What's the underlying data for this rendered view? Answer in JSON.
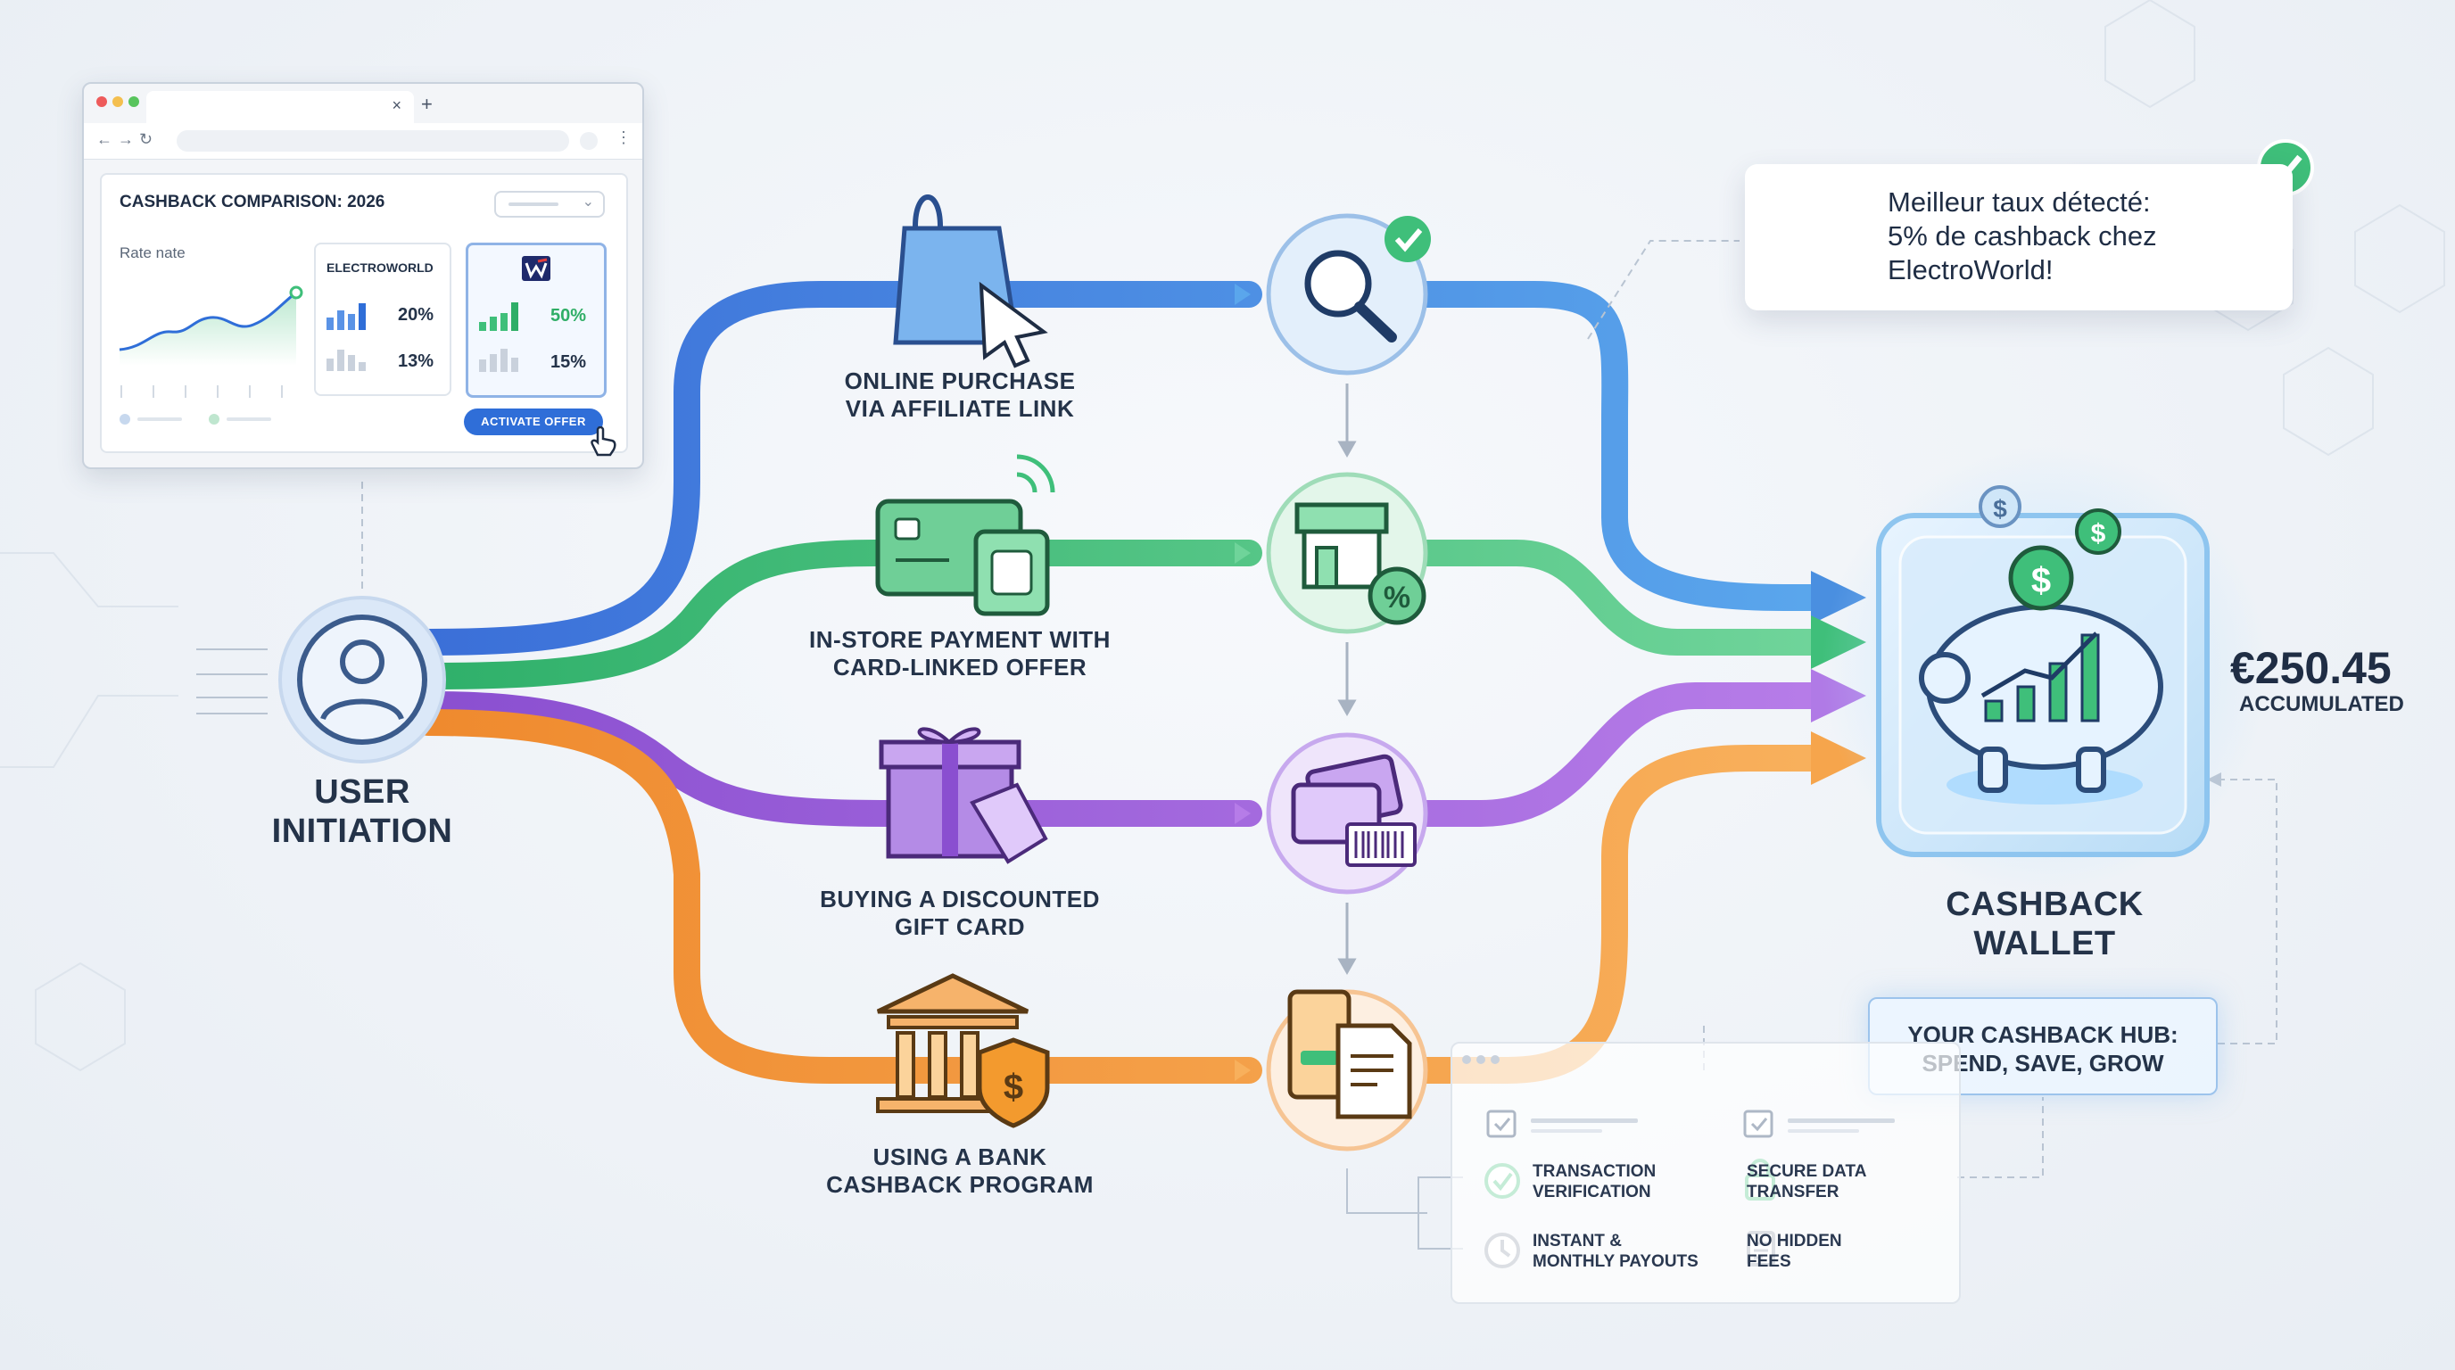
{
  "browser": {
    "panel_title": "CASHBACK COMPARISON: 2026",
    "rate_label": "Rate nate",
    "store_name": "ELECTROWORLD",
    "store_rates": [
      "20%",
      "13%"
    ],
    "offer_rates": [
      "50%",
      "15%"
    ],
    "activate_label": "ACTIVATE OFFER"
  },
  "user": {
    "label_line1": "USER",
    "label_line2": "INITIATION"
  },
  "paths": [
    {
      "line1": "ONLINE PURCHASE",
      "line2": "VIA AFFILIATE LINK",
      "color": "#4a8fe0"
    },
    {
      "line1": "IN-STORE PAYMENT WITH",
      "line2": "CARD-LINKED OFFER",
      "color": "#3fbf7a"
    },
    {
      "line1": "BUYING A DISCOUNTED",
      "line2": "GIFT CARD",
      "color": "#9b5fd6"
    },
    {
      "line1": "USING A BANK",
      "line2": "CASHBACK PROGRAM",
      "color": "#f0913a"
    }
  ],
  "notification": {
    "line1": "Meilleur taux détecté:",
    "line2": "5% de cashback chez",
    "line3": "ElectroWorld!"
  },
  "wallet": {
    "amount": "€250.45",
    "accumulated": "ACCUMULATED",
    "label_line1": "CASHBACK",
    "label_line2": "WALLET",
    "hub_line1": "YOUR CASHBACK HUB:",
    "hub_line2": "SPEND, SAVE, GROW"
  },
  "features": [
    {
      "line1": "TRANSACTION",
      "line2": "VERIFICATION",
      "icon": "check-circle-icon"
    },
    {
      "line1": "SECURE DATA",
      "line2": "TRANSFER",
      "icon": "lock-icon"
    },
    {
      "line1": "INSTANT &",
      "line2": "MONTHLY PAYOUTS",
      "icon": "clock-icon"
    },
    {
      "line1": "NO HIDDEN",
      "line2": "FEES",
      "icon": "document-icon"
    }
  ]
}
